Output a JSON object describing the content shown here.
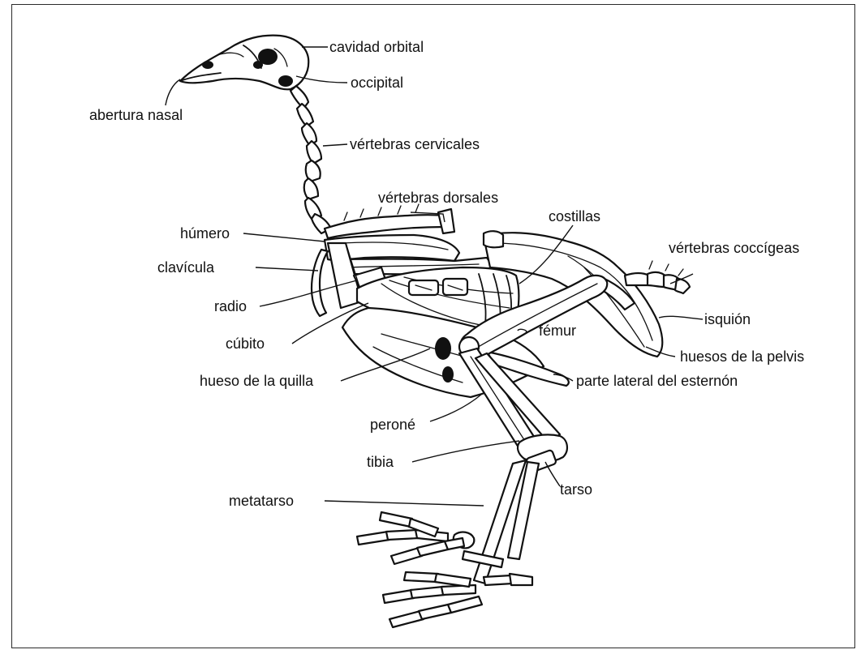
{
  "labels": {
    "cavidad_orbital": "cavidad orbital",
    "occipital": "occipital",
    "abertura_nasal": "abertura nasal",
    "vertebras_cervicales": "vértebras cervicales",
    "vertebras_dorsales": "vértebras dorsales",
    "costillas": "costillas",
    "humero": "húmero",
    "clavicula": "clavícula",
    "vertebras_coccigeas": "vértebras coccígeas",
    "radio": "radio",
    "isquion": "isquión",
    "fermur": "fémur",
    "cubito": "cúbito",
    "huesos_pelvis": "huesos de la pelvis",
    "hueso_quilla": "hueso de la quilla",
    "parte_lateral_esternon": "parte lateral del esternón",
    "perone": "peroné",
    "tibia": "tibia",
    "tarso": "tarso",
    "metatarso": "metatarso"
  }
}
